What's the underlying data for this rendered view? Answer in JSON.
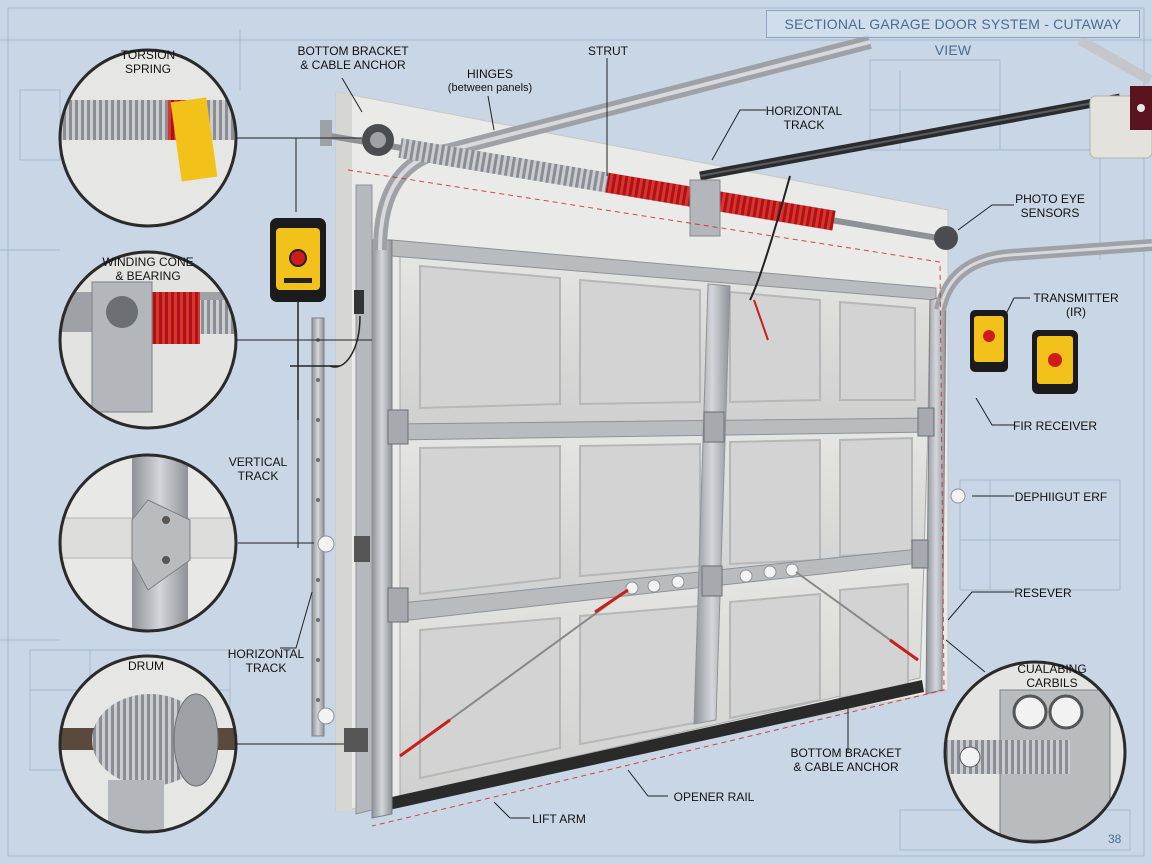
{
  "title": "SECTIONAL GARAGE DOOR SYSTEM - CUTAWAY VIEW",
  "page_number": "38",
  "labels": {
    "torsion_spring": [
      "TORSION",
      "SPRING"
    ],
    "bottom_bracket_top": [
      "BOTTOM BRACKET",
      "& CABLE ANCHOR"
    ],
    "hinges": [
      "HINGES",
      "(between panels)"
    ],
    "strut": "STRUT",
    "horizontal_track_top": [
      "HORIZONTAL",
      "TRACK"
    ],
    "photo_eye": [
      "PHOTO EYE",
      "SENSORS"
    ],
    "winding_cone": [
      "WINDING CONE",
      "& BEARING"
    ],
    "transmitter": [
      "TRANSMITTER",
      "(IR)"
    ],
    "fir_receiver": "FIR RECEIVER",
    "vertical_track": [
      "VERTICAL",
      "TRACK"
    ],
    "dephiigut": "DEPHIIGUT ERF",
    "resever": "RESEVER",
    "horizontal_track_left": [
      "HORIZONTAL",
      "TRACK"
    ],
    "drum": "DRUM",
    "cualabing": [
      "CUALABING",
      "CARBILS"
    ],
    "bottom_bracket_bottom": [
      "BOTTOM BRACKET",
      "& CABLE ANCHOR"
    ],
    "opener_rail": "OPENER RAIL",
    "lift_arm": "LIFT ARM"
  },
  "colors": {
    "background": "#c9d6e6",
    "blueprint_line": "#9fb2cb",
    "wall": "#e9e9e7",
    "door_panel": "#dcdcdc",
    "steel": "#a9adb2",
    "spring_red": "#c8201e",
    "sensor_yellow": "#f2c21b"
  }
}
